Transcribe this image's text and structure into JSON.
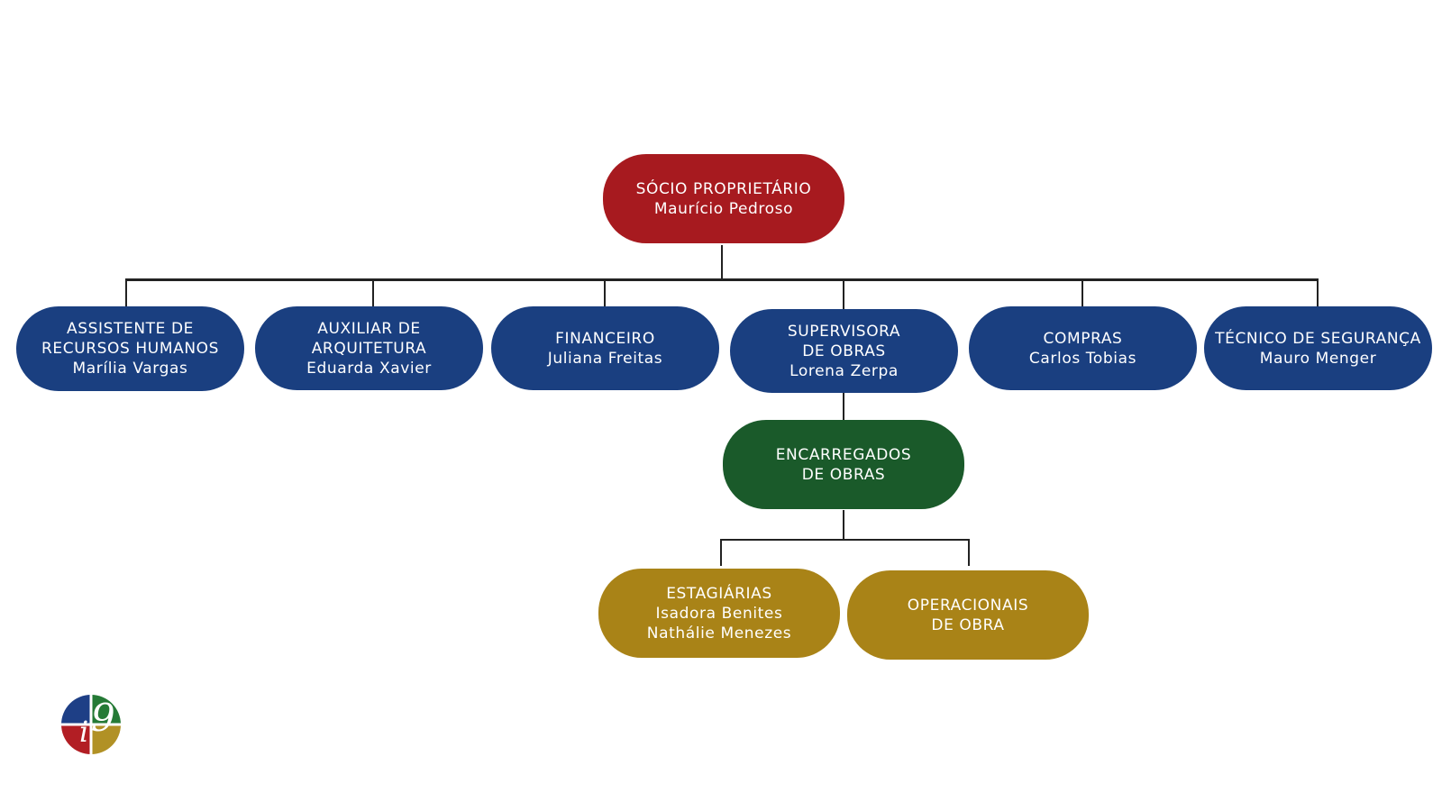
{
  "colors": {
    "owner": "#a71a1f",
    "staff": "#1a3f80",
    "foremen": "#1a5a2a",
    "field": "#a98317",
    "connector": "#222222"
  },
  "logo": {
    "icon": "i9-logo-icon",
    "text": "i9"
  },
  "nodes": {
    "socio": {
      "lines": [
        "SÓCIO PROPRIETÁRIO",
        "Maurício Pedroso"
      ]
    },
    "rh": {
      "lines": [
        "ASSISTENTE DE",
        "RECURSOS HUMANOS",
        "Marília Vargas"
      ]
    },
    "arquitetura": {
      "lines": [
        "AUXILIAR DE",
        "ARQUITETURA",
        "Eduarda Xavier"
      ]
    },
    "financeiro": {
      "lines": [
        "FINANCEIRO",
        "Juliana Freitas"
      ]
    },
    "supervisora": {
      "lines": [
        "SUPERVISORA",
        "DE OBRAS",
        "Lorena Zerpa"
      ]
    },
    "compras": {
      "lines": [
        "COMPRAS",
        "Carlos Tobias"
      ]
    },
    "seguranca": {
      "lines": [
        "TÉCNICO DE SEGURANÇA",
        "Mauro Menger"
      ]
    },
    "encarregados": {
      "lines": [
        "ENCARREGADOS",
        "DE OBRAS"
      ]
    },
    "estagiarias": {
      "lines": [
        "ESTAGIÁRIAS",
        "Isadora Benites",
        "Nathálie Menezes"
      ]
    },
    "operacionais": {
      "lines": [
        "OPERACIONAIS",
        "DE OBRA"
      ]
    }
  }
}
